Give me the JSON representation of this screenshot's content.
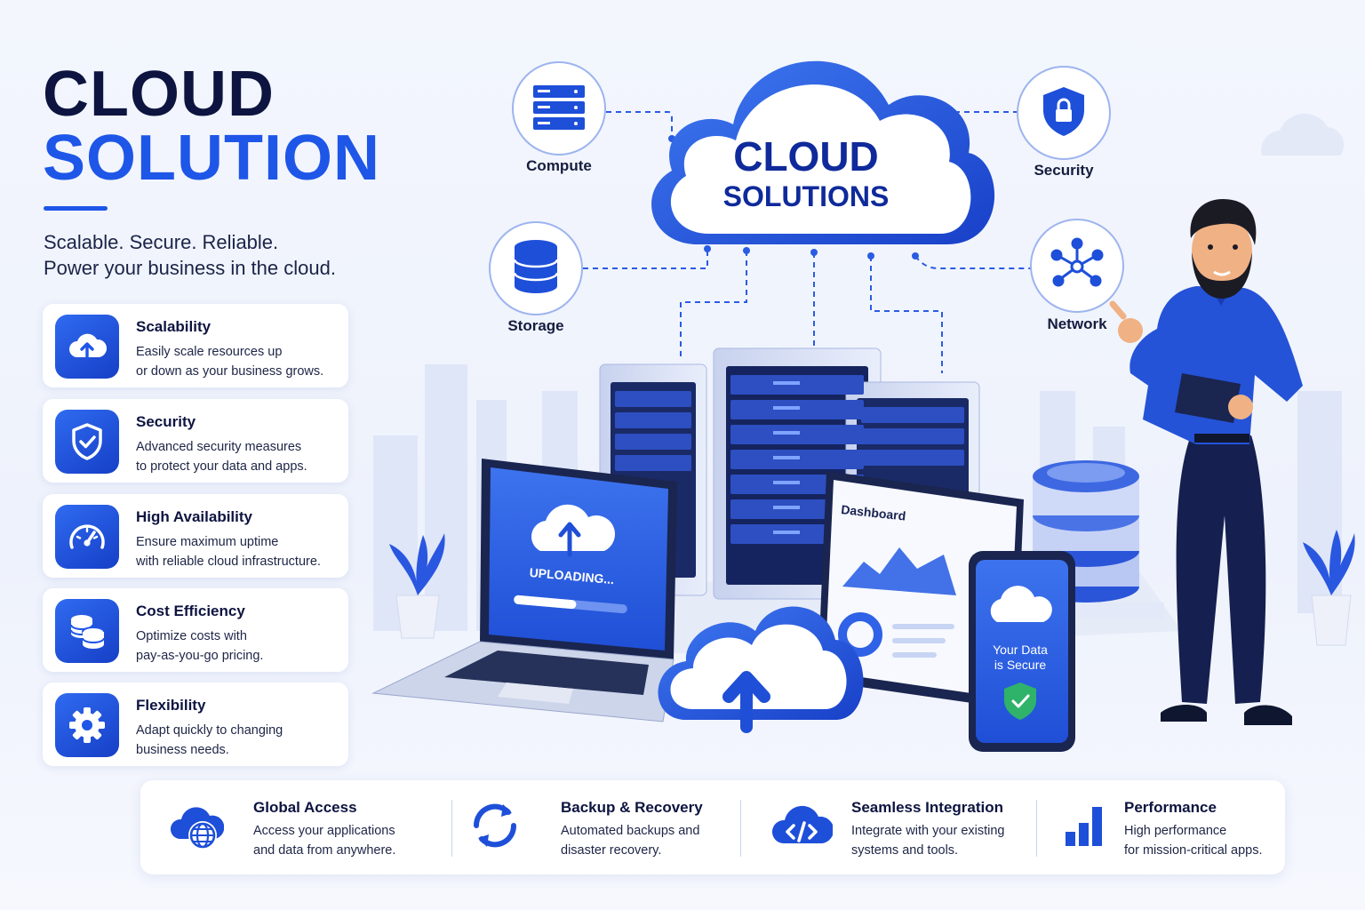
{
  "header": {
    "title_line1": "CLOUD",
    "title_line2": "SOLUTION",
    "tagline_line1": "Scalable. Secure. Reliable.",
    "tagline_line2": "Power your business in the cloud."
  },
  "features": [
    {
      "icon": "cloud-upload-icon",
      "title": "Scalability",
      "desc_line1": "Easily scale resources up",
      "desc_line2": "or down as your business grows."
    },
    {
      "icon": "shield-check-icon",
      "title": "Security",
      "desc_line1": "Advanced security measures",
      "desc_line2": "to protect your data and apps."
    },
    {
      "icon": "speedometer-icon",
      "title": "High Availability",
      "desc_line1": "Ensure maximum uptime",
      "desc_line2": "with reliable cloud infrastructure."
    },
    {
      "icon": "coins-icon",
      "title": "Cost Efficiency",
      "desc_line1": "Optimize costs with",
      "desc_line2": "pay-as-you-go pricing."
    },
    {
      "icon": "gear-icon",
      "title": "Flexibility",
      "desc_line1": "Adapt quickly to changing",
      "desc_line2": "business needs."
    }
  ],
  "illustration": {
    "cloud_line1": "CLOUD",
    "cloud_line2": "SOLUTIONS",
    "services": {
      "compute": "Compute",
      "storage": "Storage",
      "security": "Security",
      "network": "Network"
    },
    "laptop_status": "UPLOADING...",
    "upload_progress": 0.55,
    "dashboard_title": "Dashboard",
    "phone_line1": "Your Data",
    "phone_line2": "is Secure"
  },
  "bottom_items": [
    {
      "icon": "globe-cloud-icon",
      "title": "Global Access",
      "desc_line1": "Access your applications",
      "desc_line2": "and data from anywhere."
    },
    {
      "icon": "sync-icon",
      "title": "Backup & Recovery",
      "desc_line1": "Automated backups and",
      "desc_line2": "disaster recovery."
    },
    {
      "icon": "code-cloud-icon",
      "title": "Seamless Integration",
      "desc_line1": "Integrate with your existing",
      "desc_line2": "systems and tools."
    },
    {
      "icon": "bar-chart-icon",
      "title": "Performance",
      "desc_line1": "High performance",
      "desc_line2": "for mission-critical apps."
    }
  ],
  "colors": {
    "primary": "#1e56e8",
    "navy": "#0d1440",
    "dark_blue": "#163fc7",
    "success": "#2fb36a"
  }
}
